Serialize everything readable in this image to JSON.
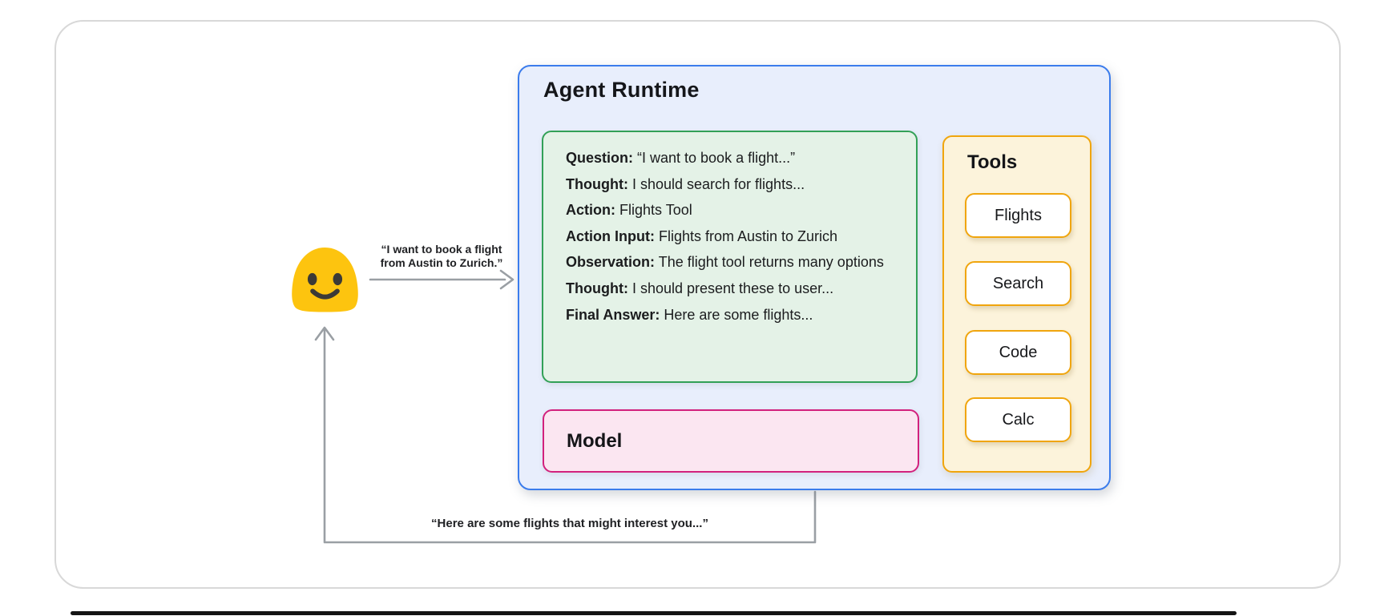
{
  "diagram": {
    "user": {
      "emoji": "smiling-blob-face",
      "request": {
        "line1": "“I want to book a flight",
        "line2": "from Austin to Zurich.”"
      },
      "response": "“Here are some flights that might interest you...”"
    },
    "agent_runtime": {
      "title": "Agent Runtime",
      "scratchpad": {
        "lines": [
          {
            "label": "Question:",
            "text": " “I want to book a flight...”"
          },
          {
            "label": "Thought:",
            "text": " I should search for flights..."
          },
          {
            "label": "Action:",
            "text": " Flights Tool"
          },
          {
            "label": "Action Input:",
            "text": " Flights from Austin to Zurich"
          },
          {
            "label": "Observation:",
            "text": " The flight tool returns many options"
          },
          {
            "label": "Thought:",
            "text": " I should present these to user..."
          },
          {
            "label": "Final Answer:",
            "text": " Here are some flights..."
          }
        ]
      },
      "model": {
        "label": "Model"
      },
      "tools": {
        "title": "Tools",
        "buttons": [
          "Flights",
          "Search",
          "Code",
          "Calc"
        ]
      }
    },
    "colors": {
      "agent_border": "#3B7CEC",
      "agent_fill": "#E8EEFC",
      "scratchpad_border": "#32A057",
      "scratchpad_fill": "#E4F2E7",
      "model_border": "#D2217D",
      "model_fill": "#FBE6F1",
      "tools_border": "#F0A50D",
      "tools_fill": "#FCF3DB",
      "arrow": "#9A9FA4",
      "emoji_yellow": "#FDC40F"
    }
  }
}
